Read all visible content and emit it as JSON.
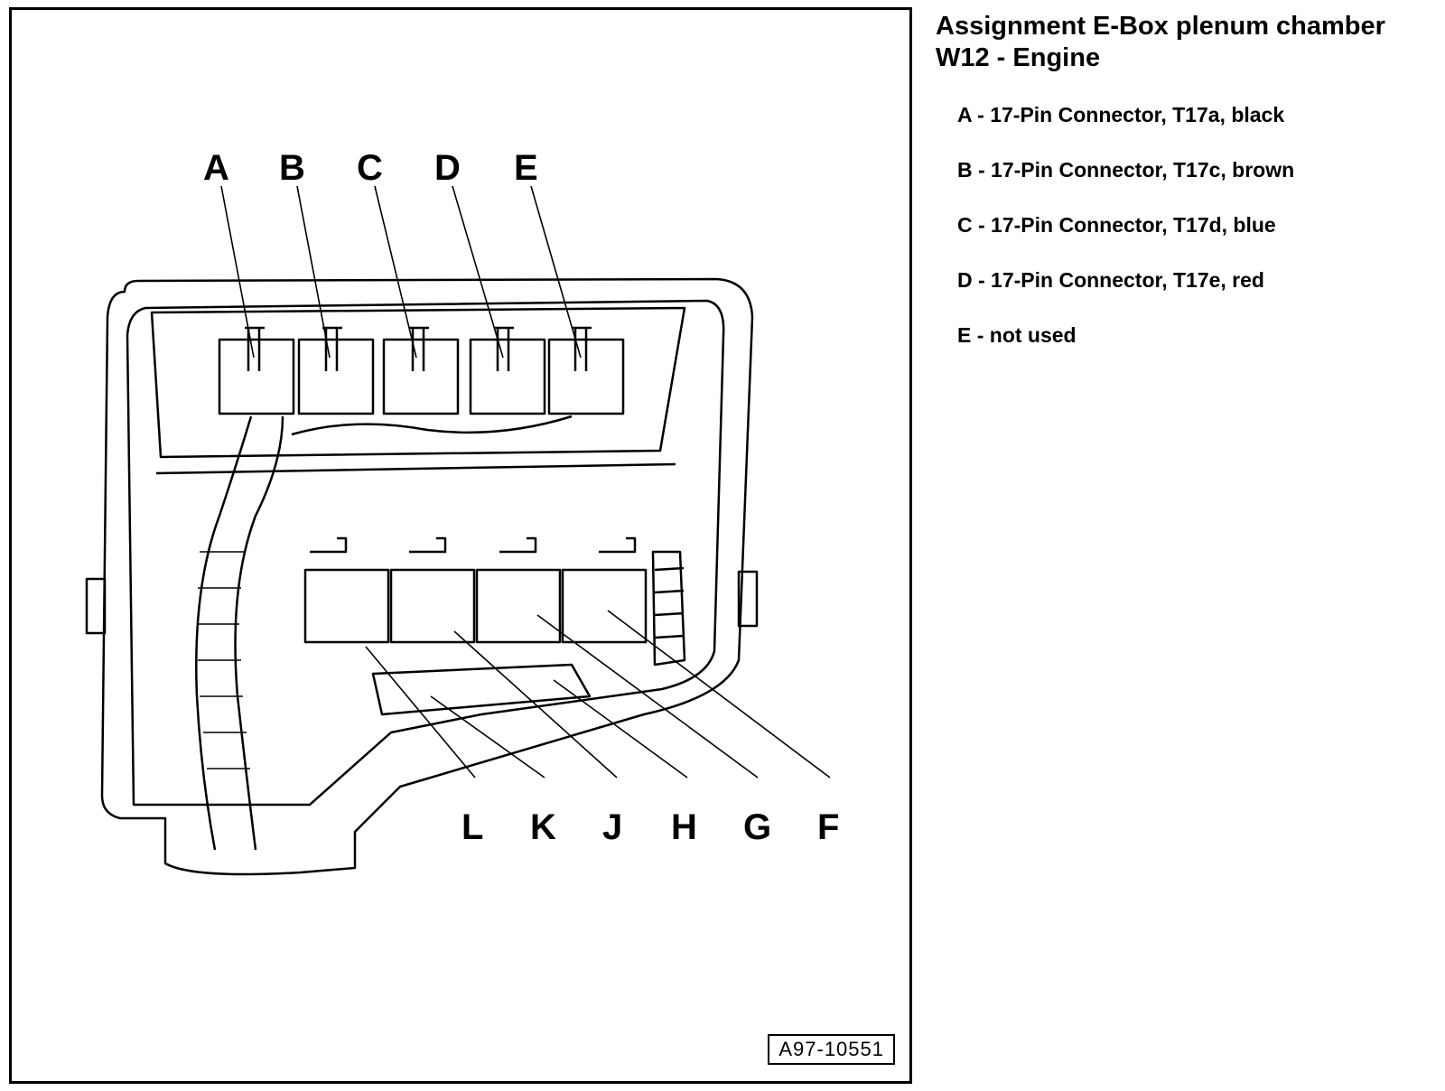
{
  "heading": {
    "line1": "Assignment E-Box plenum chamber",
    "line2": "W12 - Engine"
  },
  "legend": [
    {
      "key": "A",
      "text": "A - 17-Pin Connector, T17a, black"
    },
    {
      "key": "B",
      "text": "B - 17-Pin Connector, T17c, brown"
    },
    {
      "key": "C",
      "text": "C - 17-Pin Connector, T17d, blue"
    },
    {
      "key": "D",
      "text": "D - 17-Pin Connector, T17e, red"
    },
    {
      "key": "E",
      "text": "E - not used"
    }
  ],
  "callouts": {
    "top": [
      "A",
      "B",
      "C",
      "D",
      "E"
    ],
    "bottom": [
      "L",
      "K",
      "J",
      "H",
      "G",
      "F"
    ]
  },
  "figure_id": "A97-10551",
  "colors": {
    "line": "#000000",
    "background": "#ffffff"
  }
}
